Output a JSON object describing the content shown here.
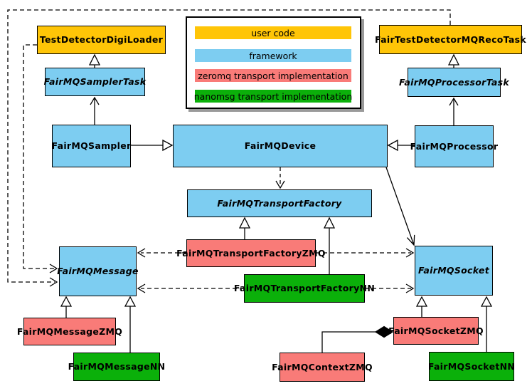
{
  "palette": {
    "user_code": "#FFC507",
    "framework": "#7DCDF1",
    "zeromq": "#F97B78",
    "nanomsg": "#0BB00A",
    "line": "#000000",
    "background": "#FFFFFF"
  },
  "legend": {
    "items": [
      {
        "label": "user code",
        "color": "#FFC507"
      },
      {
        "label": "framework",
        "color": "#7DCDF1"
      },
      {
        "label": "zeromq transport implementation",
        "color": "#F97B78"
      },
      {
        "label": "nanomsg transport implementation",
        "color": "#0BB00A"
      }
    ]
  },
  "nodes": {
    "testDetectorDigiLoader": {
      "label": "TestDetectorDigiLoader"
    },
    "fairTestDetectorMQRecoTask": {
      "label": "FairTestDetectorMQRecoTask"
    },
    "fairMQSamplerTask": {
      "label": "FairMQSamplerTask"
    },
    "fairMQProcessorTask": {
      "label": "FairMQProcessorTask"
    },
    "fairMQSampler": {
      "label": "FairMQSampler"
    },
    "fairMQDevice": {
      "label": "FairMQDevice"
    },
    "fairMQProcessor": {
      "label": "FairMQProcessor"
    },
    "fairMQTransportFactory": {
      "label": "FairMQTransportFactory"
    },
    "fairMQTransportFactoryZMQ": {
      "label": "FairMQTransportFactoryZMQ"
    },
    "fairMQTransportFactoryNN": {
      "label": "FairMQTransportFactoryNN"
    },
    "fairMQMessage": {
      "label": "FairMQMessage"
    },
    "fairMQSocket": {
      "label": "FairMQSocket"
    },
    "fairMQMessageZMQ": {
      "label": "FairMQMessageZMQ"
    },
    "fairMQMessageNN": {
      "label": "FairMQMessageNN"
    },
    "fairMQContextZMQ": {
      "label": "FairMQContextZMQ"
    },
    "fairMQSocketZMQ": {
      "label": "FairMQSocketZMQ"
    },
    "fairMQSocketNN": {
      "label": "FairMQSocketNN"
    }
  }
}
